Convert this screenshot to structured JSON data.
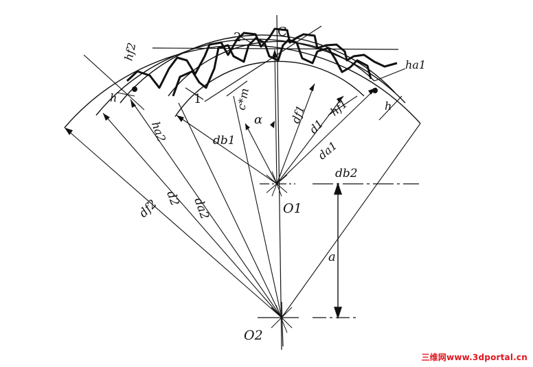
{
  "labels": {
    "gear2": "2",
    "point_c": "C",
    "gear1": "1",
    "hf2": "hf2",
    "ha1": "ha1",
    "h_left": "h",
    "h_right": "h",
    "ha2": "ha2",
    "hf1": "hf1",
    "cm": "c*m",
    "alpha": "α",
    "df1": "df1",
    "d1": "d1",
    "db1": "db1",
    "da1": "da1",
    "db2": "db2",
    "o1": "O1",
    "o2": "O2",
    "a": "a",
    "d2": "d2",
    "da2": "da2",
    "df2": "df2"
  },
  "watermark": "三维网www.3dportal.cn",
  "colors": {
    "ink": "#111111",
    "watermark": "#e0141e"
  }
}
